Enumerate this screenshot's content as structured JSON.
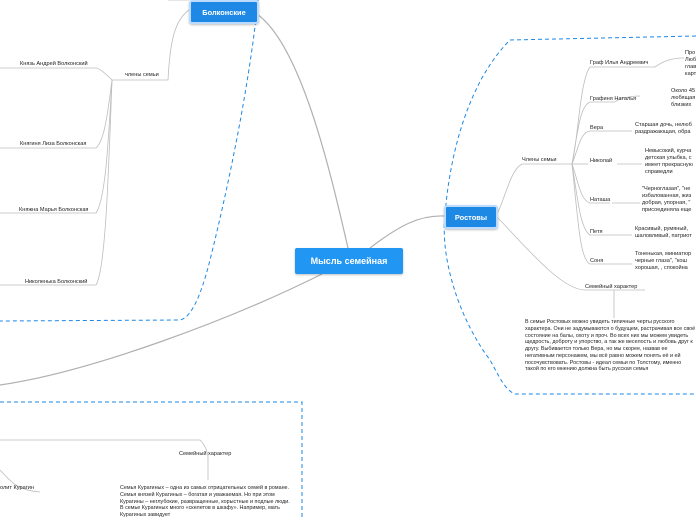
{
  "center": {
    "label": "Мысль семейная"
  },
  "bolkonsky": {
    "label": "Болконские",
    "members_label": "члены семьи",
    "members": [
      "Князь Андрей Волконский",
      "Княгиня Лиза Болконская",
      "Княжна Марья Болконская",
      "Николенька Болконский"
    ]
  },
  "rostov": {
    "label": "Ростовы",
    "members_label": "Члены семьи",
    "members": [
      {
        "name": "Граф Илья Андреевич",
        "desc": "Про\nЛюб\nглав\nкарт"
      },
      {
        "name": "Графиня Наталья",
        "desc": "Около 45\nлюбящая\nблизких"
      },
      {
        "name": "Вера",
        "desc": "Старшая дочь, нелюб\nраздражающая, обра"
      },
      {
        "name": "Николай",
        "desc": "Невысокий, курча\nдетская улыбка, с\nимеет прекрасную\nсправедли"
      },
      {
        "name": "Наташа",
        "desc": "\"Черноглазая\", \"не\nизбалованная, жиз\nдобрая, упорная, \"\nприсоединяла еще"
      },
      {
        "name": "Петя",
        "desc": "Красивый, румяный,\nшаловливый, патриот"
      },
      {
        "name": "Соня",
        "desc": "Тоненькая, миниатюр\nчерные глаза\", \"кош\nхорошая, , спокойна"
      }
    ],
    "character_label": "Семейный характер",
    "character_text": "В семье Ростовых можно увидеть типичные черты русского характера. Они не задумываются о будущем, растрачивая все своё состояние на балы, охоту и проч. Во всех них мы можем увидеть щедрость, доброту и упорство, а так же веселость и любовь друг к другу. Выбивается только Вера, но мы скорее, назвав ее   негативным персонажем, мы всё равно можем понять её и ей посочувствовать. Ростовы - идеал семьи по Толстому, именно такой по его мнению должна быть русская семья"
  },
  "kuragin": {
    "member_partial": "олит Курагин",
    "character_label": "Семейный характер",
    "character_text": "Семья Курагиных – одна из самых отрицательных семей в романе. Семья князей Курагиных – богатая и уважаемая. Но при этом Курагины – неглубокие, развращенные, корыстные и подлые люди. В семье Курагиных много «скелетов в шкафу». Например, мать Курагиных завидует"
  }
}
